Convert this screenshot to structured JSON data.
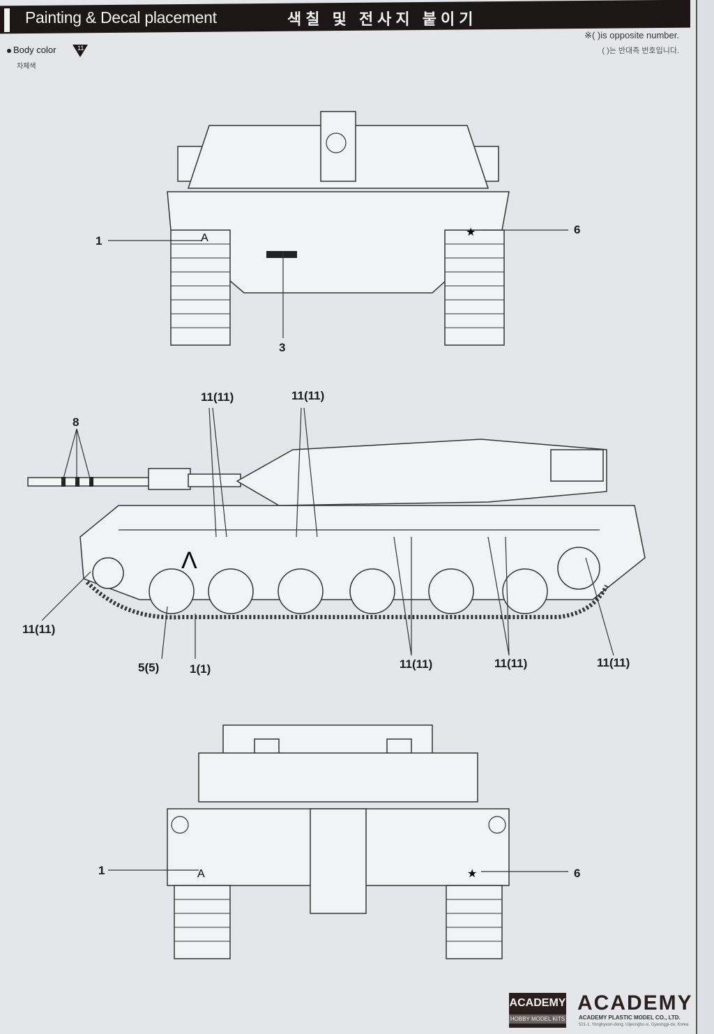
{
  "header": {
    "title": "Painting & Decal placement",
    "title_korean": "색칠 및 전사지 붙이기"
  },
  "body_color": {
    "label": "Body color",
    "color_number": "11",
    "label_korean": "차체색"
  },
  "note": {
    "text": "※( )is opposite number.",
    "text_korean": "( )는 반대측 번호입니다."
  },
  "front_view": {
    "callouts": [
      "1",
      "6",
      "3"
    ]
  },
  "side_view": {
    "callouts_top": [
      "11(11)",
      "11(11)"
    ],
    "barrel_callout": "8",
    "callout_left": "11(11)",
    "callouts_bottom": [
      "5(5)",
      "1(1)",
      "11(11)",
      "11(11)",
      "11(11)"
    ]
  },
  "rear_view": {
    "callouts": [
      "1",
      "6"
    ]
  },
  "footer": {
    "logo_text": "ACADEMY",
    "logo_sub": "HOBBY MODEL KITS",
    "brand": "ACADEMY",
    "company": "ACADEMY PLASTIC MODEL CO., LTD.",
    "address": "521-1, Yonghyeon-dong, Uijeongbu-si, Gyeonggi-do, Korea"
  }
}
